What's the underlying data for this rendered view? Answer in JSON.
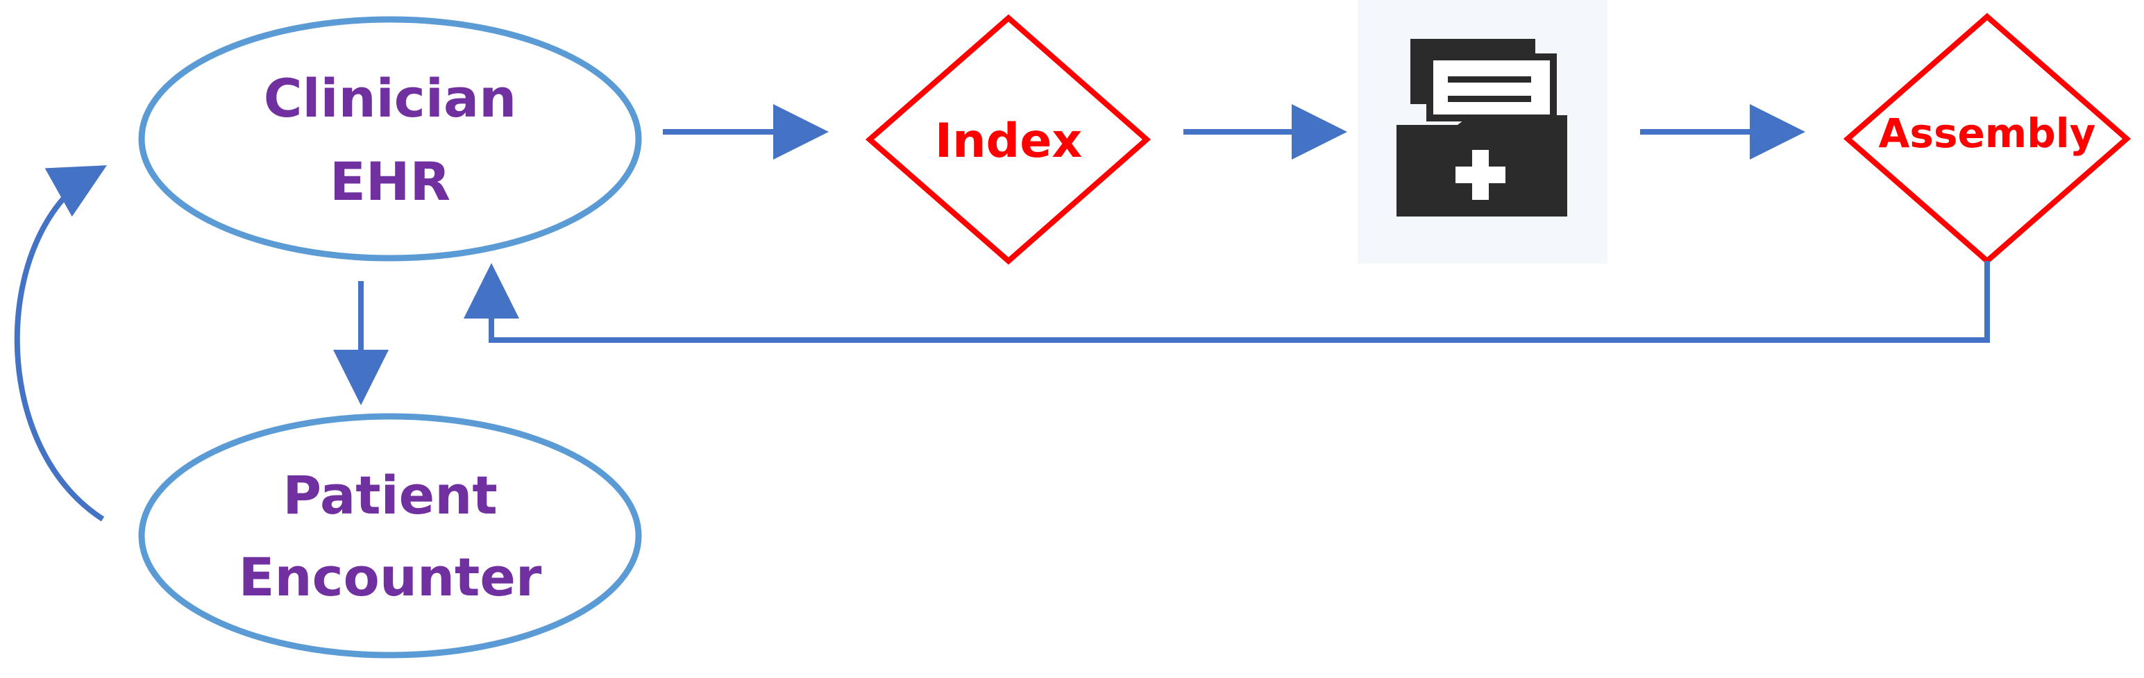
{
  "colors": {
    "ellipse_stroke": "#5b9bd5",
    "arrow": "#4472c4",
    "diamond_stroke": "#ff0000",
    "node_text": "#7030a0",
    "diamond_text": "#ff0000",
    "folder_icon_fill": "#2b2b2b",
    "folder_icon_bg": "#f4f8fc"
  },
  "nodes": {
    "clinician_ehr": {
      "line1": "Clinician",
      "line2": "EHR"
    },
    "patient_encounter": {
      "line1": "Patient",
      "line2": "Encounter"
    },
    "index": {
      "label": "Index"
    },
    "assembly": {
      "label": "Assembly"
    },
    "medical_record": {
      "icon": "medical-folder-icon"
    }
  },
  "edges": [
    {
      "from": "clinician_ehr",
      "to": "index"
    },
    {
      "from": "index",
      "to": "medical_record"
    },
    {
      "from": "medical_record",
      "to": "assembly"
    },
    {
      "from": "assembly",
      "to": "clinician_ehr"
    },
    {
      "from": "clinician_ehr",
      "to": "patient_encounter"
    },
    {
      "from": "patient_encounter",
      "to": "clinician_ehr"
    }
  ]
}
